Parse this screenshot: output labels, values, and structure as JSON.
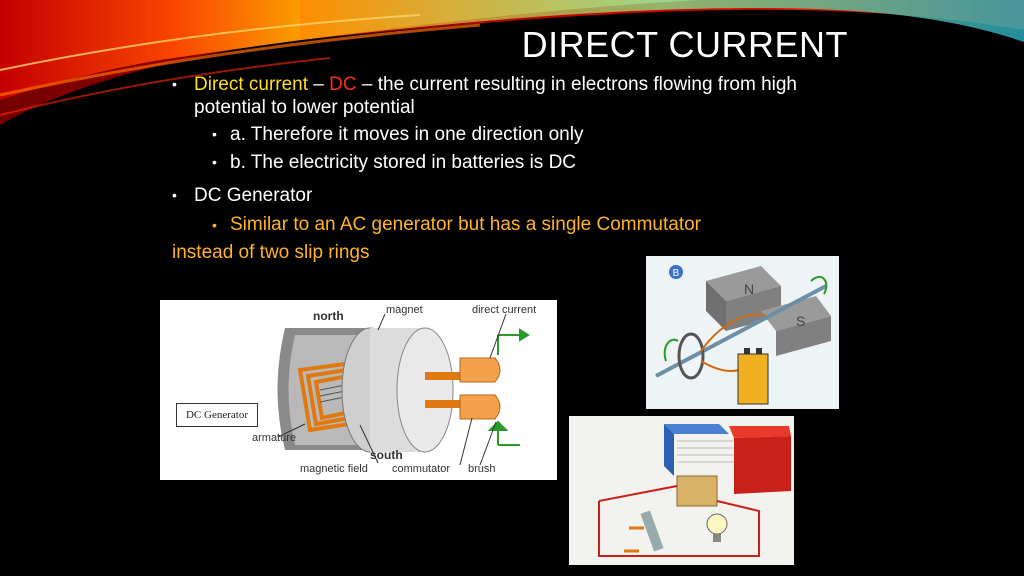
{
  "slide": {
    "title": "DIRECT CURRENT",
    "bullets": {
      "b1_term": "Direct current",
      "b1_dash": " – ",
      "b1_abbrev": "DC",
      "b1_rest": " – the current resulting in electrons flowing from high potential to lower potential",
      "b1_sub_a": "a. Therefore it moves in one direction only",
      "b1_sub_b": "b. The electricity stored in batteries is DC",
      "b2": "DC Generator",
      "b2_sub": "Similar to an AC generator but has a single Commutator instead of two slip rings"
    }
  },
  "diagram": {
    "box_label": "DC Generator",
    "labels": {
      "north": "north",
      "magnet": "magnet",
      "direct_current": "direct current",
      "armature": "armature",
      "south": "south",
      "magnetic_field": "magnetic field",
      "commutator": "commutator",
      "brush": "brush"
    }
  },
  "photo_b": {
    "badge": "B",
    "magnet_n": "N",
    "magnet_s": "S"
  },
  "colors": {
    "background": "#000000",
    "title": "#ffffff",
    "highlight_yellow": "#ffde21",
    "highlight_red": "#ff2a1a",
    "highlight_orange": "#ffb22a"
  }
}
